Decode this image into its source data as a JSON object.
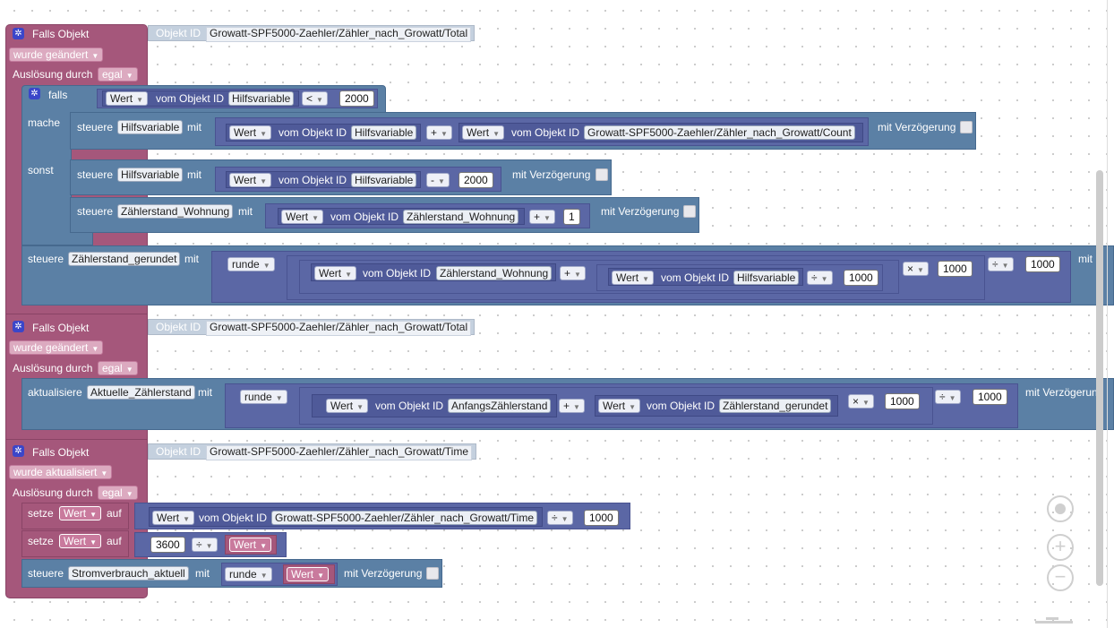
{
  "block1": {
    "header": "Falls Objekt",
    "objid_label": "Objekt ID",
    "objid_value": "Growatt-SPF5000-Zaehler/Zähler_nach_Growatt/Total",
    "event": "wurde geändert",
    "trigger_label": "Auslösung durch",
    "trigger_value": "egal",
    "if_label": "falls",
    "do_label": "mache",
    "else_label": "sonst",
    "cond": {
      "wert": "Wert",
      "vom": "vom Objekt ID",
      "obj": "Hilfsvariable",
      "op": "<",
      "num": "2000"
    },
    "do1": {
      "steuere": "steuere",
      "var": "Hilfsvariable",
      "mit": "mit",
      "wert1": "Wert",
      "vom1": "vom Objekt ID",
      "obj1": "Hilfsvariable",
      "op": "+",
      "wert2": "Wert",
      "vom2": "vom Objekt ID",
      "obj2": "Growatt-SPF5000-Zaehler/Zähler_nach_Growatt/Count",
      "delay": "mit Verzögerung"
    },
    "else1": {
      "steuere": "steuere",
      "var": "Hilfsvariable",
      "mit": "mit",
      "wert": "Wert",
      "vom": "vom Objekt ID",
      "obj": "Hilfsvariable",
      "op": "-",
      "num": "2000",
      "delay": "mit Verzögerung"
    },
    "else2": {
      "steuere": "steuere",
      "var": "Zählerstand_Wohnung",
      "mit": "mit",
      "wert": "Wert",
      "vom": "vom Objekt ID",
      "obj": "Zählerstand_Wohnung",
      "op": "+",
      "num": "1",
      "delay": "mit Verzögerung"
    },
    "round1": {
      "steuere": "steuere",
      "var": "Zählerstand_gerundet",
      "mit": "mit",
      "round": "runde",
      "wert1": "Wert",
      "vom1": "vom Objekt ID",
      "obj1": "Zählerstand_Wohnung",
      "op1": "+",
      "wert2": "Wert",
      "vom2": "vom Objekt ID",
      "obj2": "Hilfsvariable",
      "op2": "÷",
      "num2": "1000",
      "op3": "×",
      "num3": "1000",
      "op4": "÷",
      "num4": "1000",
      "tail": "mit"
    }
  },
  "block2": {
    "header": "Falls Objekt",
    "objid_label": "Objekt ID",
    "objid_value": "Growatt-SPF5000-Zaehler/Zähler_nach_Growatt/Total",
    "event": "wurde geändert",
    "trigger_label": "Auslösung durch",
    "trigger_value": "egal",
    "update": {
      "aktualisiere": "aktualisiere",
      "var": "Aktuelle_Zählerstand",
      "mit": "mit",
      "round": "runde",
      "wert1": "Wert",
      "vom1": "vom Objekt ID",
      "obj1": "AnfangsZählerstand",
      "op1": "+",
      "wert2": "Wert",
      "vom2": "vom Objekt ID",
      "obj2": "Zählerstand_gerundet",
      "op2": "×",
      "num2": "1000",
      "op3": "÷",
      "num3": "1000",
      "delay": "mit Verzögerung"
    }
  },
  "block3": {
    "header": "Falls Objekt",
    "objid_label": "Objekt ID",
    "objid_value": "Growatt-SPF5000-Zaehler/Zähler_nach_Growatt/Time",
    "event": "wurde aktualisiert",
    "trigger_label": "Auslösung durch",
    "trigger_value": "egal",
    "set1": {
      "setze": "setze",
      "var": "Wert",
      "auf": "auf",
      "wert": "Wert",
      "vom": "vom Objekt ID",
      "obj": "Growatt-SPF5000-Zaehler/Zähler_nach_Growatt/Time",
      "op": "÷",
      "num": "1000"
    },
    "set2": {
      "setze": "setze",
      "var": "Wert",
      "auf": "auf",
      "num": "3600",
      "op": "÷",
      "wert": "Wert"
    },
    "ctl": {
      "steuere": "steuere",
      "var": "Stromverbrauch_aktuell",
      "mit": "mit",
      "round": "runde",
      "wert": "Wert",
      "delay": "mit Verzögerung"
    }
  },
  "controls": {
    "center_icon": "target-icon",
    "zoom_in": "+",
    "zoom_out": "−"
  }
}
